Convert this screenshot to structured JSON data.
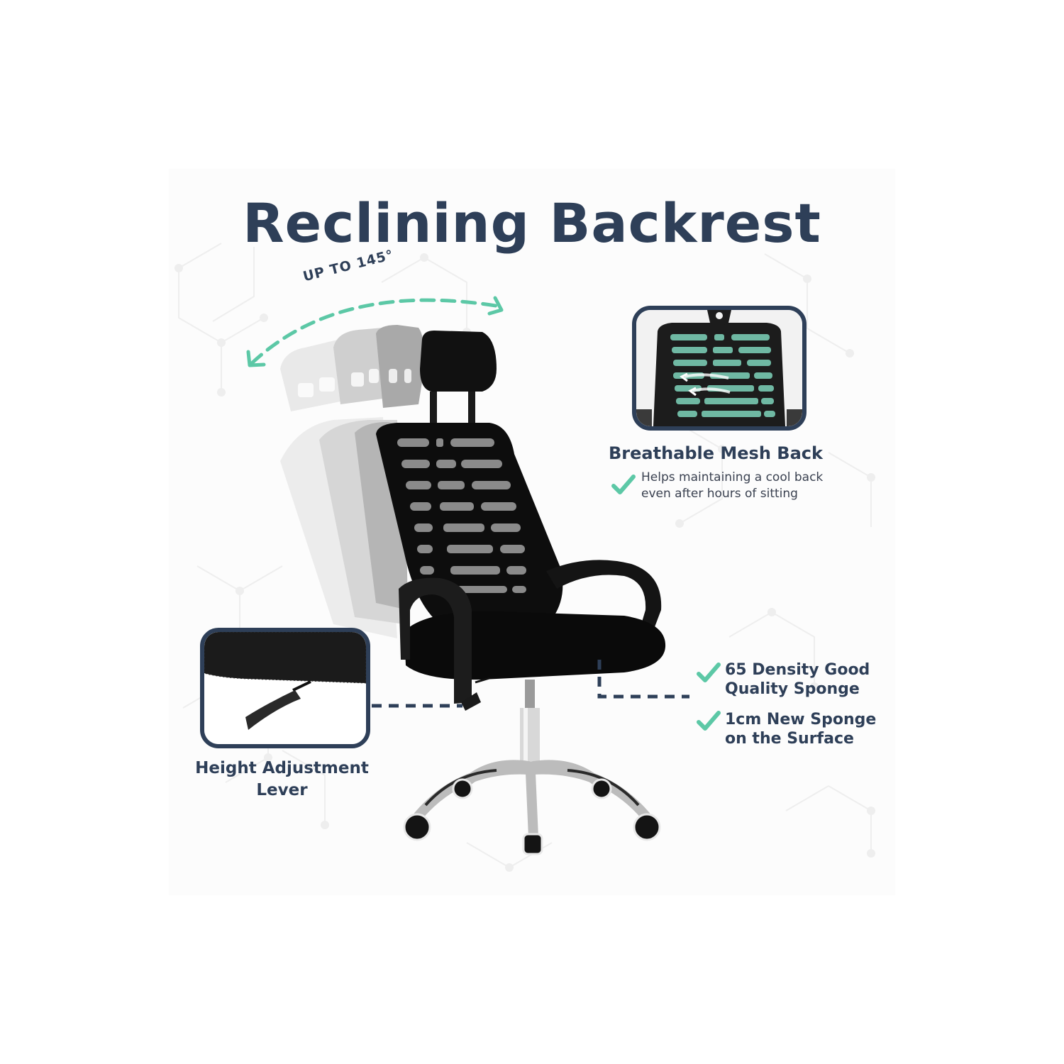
{
  "title": "Reclining Backrest",
  "recline": {
    "label": "UP TO 145°",
    "arrow_icon": "double-headed-curved-arrow-icon",
    "color": "#5cc8a6"
  },
  "features": {
    "mesh_back": {
      "title": "Breathable Mesh Back",
      "description_line1": "Helps maintaining a cool back",
      "description_line2": "even after hours of sitting",
      "icon": "check-icon"
    },
    "height_lever": {
      "title_line1": "Height Adjustment",
      "title_line2": "Lever"
    },
    "seat_specs": [
      {
        "line1": "65 Density Good",
        "line2": "Quality Sponge",
        "icon": "check-icon"
      },
      {
        "line1": "1cm New Sponge",
        "line2": "on the Surface",
        "icon": "check-icon"
      }
    ]
  },
  "colors": {
    "heading": "#2e3f58",
    "accent": "#5cc8a6",
    "body_text": "#3a4150",
    "inset_border": "#2e3f58"
  }
}
